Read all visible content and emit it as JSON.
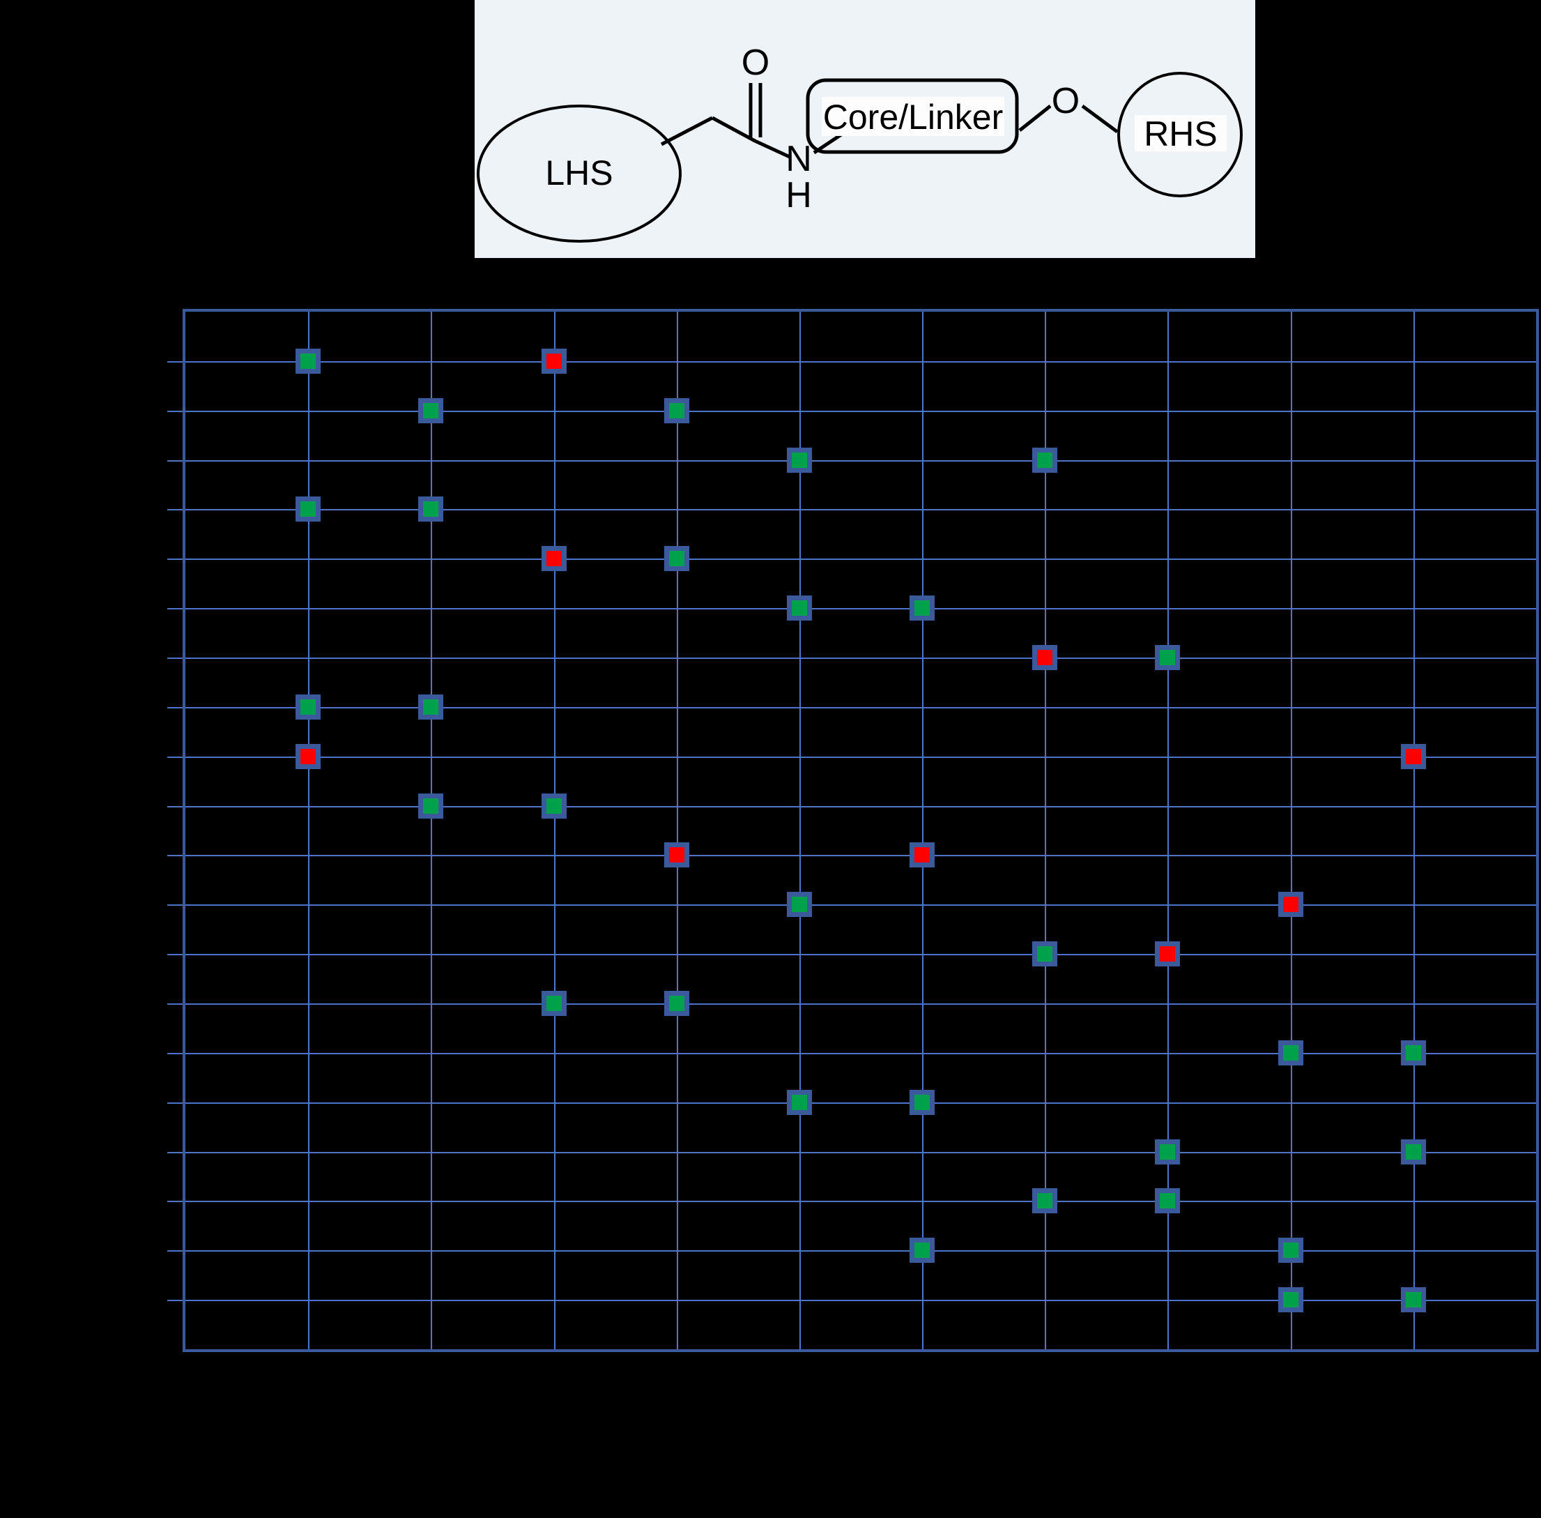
{
  "scheme": {
    "lhs_label": "LHS",
    "core_label": "Core/Linker",
    "rhs_label": "RHS",
    "carbonyl_label": "O",
    "amide_n_label": "N",
    "amide_h_label": "H",
    "ether_o_label": "O",
    "background": "#eef3f8",
    "stroke": "#000000"
  },
  "plot_style": {
    "background": "#000000",
    "grid_color": "#4f73c9",
    "axis_color": "#3a5a9c",
    "marker_border": "#3a5a9c",
    "green": "#00a14b",
    "red": "#fe0000"
  },
  "chart_data": {
    "type": "scatter",
    "title": "",
    "xlabel": "",
    "ylabel": "",
    "grid": true,
    "legend": null,
    "xlim": [
      0,
      11
    ],
    "ylim": [
      0,
      21
    ],
    "n_columns": 10,
    "n_rows": 21,
    "x_gridlines": [
      1,
      2,
      3,
      4,
      5,
      6,
      7,
      8,
      9,
      10
    ],
    "y_gridlines": [
      1,
      2,
      3,
      4,
      5,
      6,
      7,
      8,
      9,
      10,
      11,
      12,
      13,
      14,
      15,
      16,
      17,
      18,
      19,
      20
    ],
    "series": [
      {
        "name": "green",
        "color": "#00a14b",
        "points": [
          {
            "x": 1,
            "y": 20
          },
          {
            "x": 2,
            "y": 19
          },
          {
            "x": 4,
            "y": 19
          },
          {
            "x": 5,
            "y": 18
          },
          {
            "x": 7,
            "y": 18
          },
          {
            "x": 1,
            "y": 17
          },
          {
            "x": 2,
            "y": 17
          },
          {
            "x": 4,
            "y": 16
          },
          {
            "x": 5,
            "y": 15
          },
          {
            "x": 6,
            "y": 15
          },
          {
            "x": 8,
            "y": 14
          },
          {
            "x": 1,
            "y": 13
          },
          {
            "x": 2,
            "y": 13
          },
          {
            "x": 2,
            "y": 11
          },
          {
            "x": 3,
            "y": 11
          },
          {
            "x": 5,
            "y": 9
          },
          {
            "x": 7,
            "y": 8
          },
          {
            "x": 3,
            "y": 7
          },
          {
            "x": 4,
            "y": 7
          },
          {
            "x": 9,
            "y": 6
          },
          {
            "x": 10,
            "y": 6
          },
          {
            "x": 5,
            "y": 5
          },
          {
            "x": 6,
            "y": 5
          },
          {
            "x": 8,
            "y": 4
          },
          {
            "x": 10,
            "y": 4
          },
          {
            "x": 7,
            "y": 3
          },
          {
            "x": 8,
            "y": 3
          },
          {
            "x": 6,
            "y": 2
          },
          {
            "x": 9,
            "y": 2
          },
          {
            "x": 9,
            "y": 1
          },
          {
            "x": 10,
            "y": 1
          }
        ]
      },
      {
        "name": "red",
        "color": "#fe0000",
        "points": [
          {
            "x": 3,
            "y": 20
          },
          {
            "x": 3,
            "y": 16
          },
          {
            "x": 7,
            "y": 14
          },
          {
            "x": 1,
            "y": 12
          },
          {
            "x": 4,
            "y": 10
          },
          {
            "x": 6,
            "y": 10
          },
          {
            "x": 10,
            "y": 12
          },
          {
            "x": 9,
            "y": 9
          },
          {
            "x": 8,
            "y": 8
          }
        ]
      }
    ]
  }
}
